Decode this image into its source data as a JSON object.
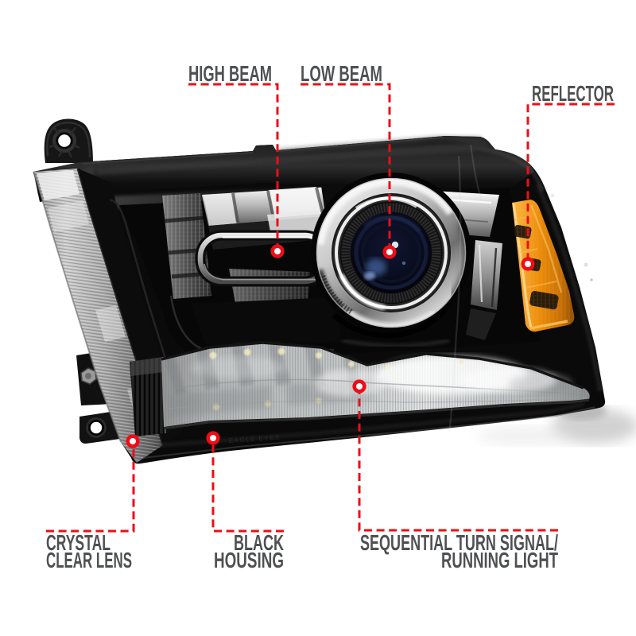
{
  "figure": {
    "type": "annotated-product-photo",
    "subject": "black housing projector headlight with amber side reflector and LED running light strip",
    "background": "white"
  },
  "theme": {
    "bg": "#ffffff",
    "accent-red": "#ee0d16",
    "label-gray": "#4e5052",
    "amber": "#f08a00",
    "housing-black": "#0a0a0a"
  },
  "callouts": {
    "high_beam": {
      "label": "HIGH BEAM"
    },
    "low_beam": {
      "label": "LOW BEAM"
    },
    "reflector": {
      "label": "REFLECTOR"
    },
    "crystal_clear_lens": {
      "line1": "CRYSTAL",
      "line2": "CLEAR LENS"
    },
    "black_housing": {
      "line1": "BLACK",
      "line2": "HOUSING"
    },
    "turn_signal": {
      "line1": "SEQUENTIAL TURN SIGNAL/",
      "line2": "RUNNING LIGHT"
    }
  },
  "product_marking": {
    "text": "EAGLE EYES"
  }
}
